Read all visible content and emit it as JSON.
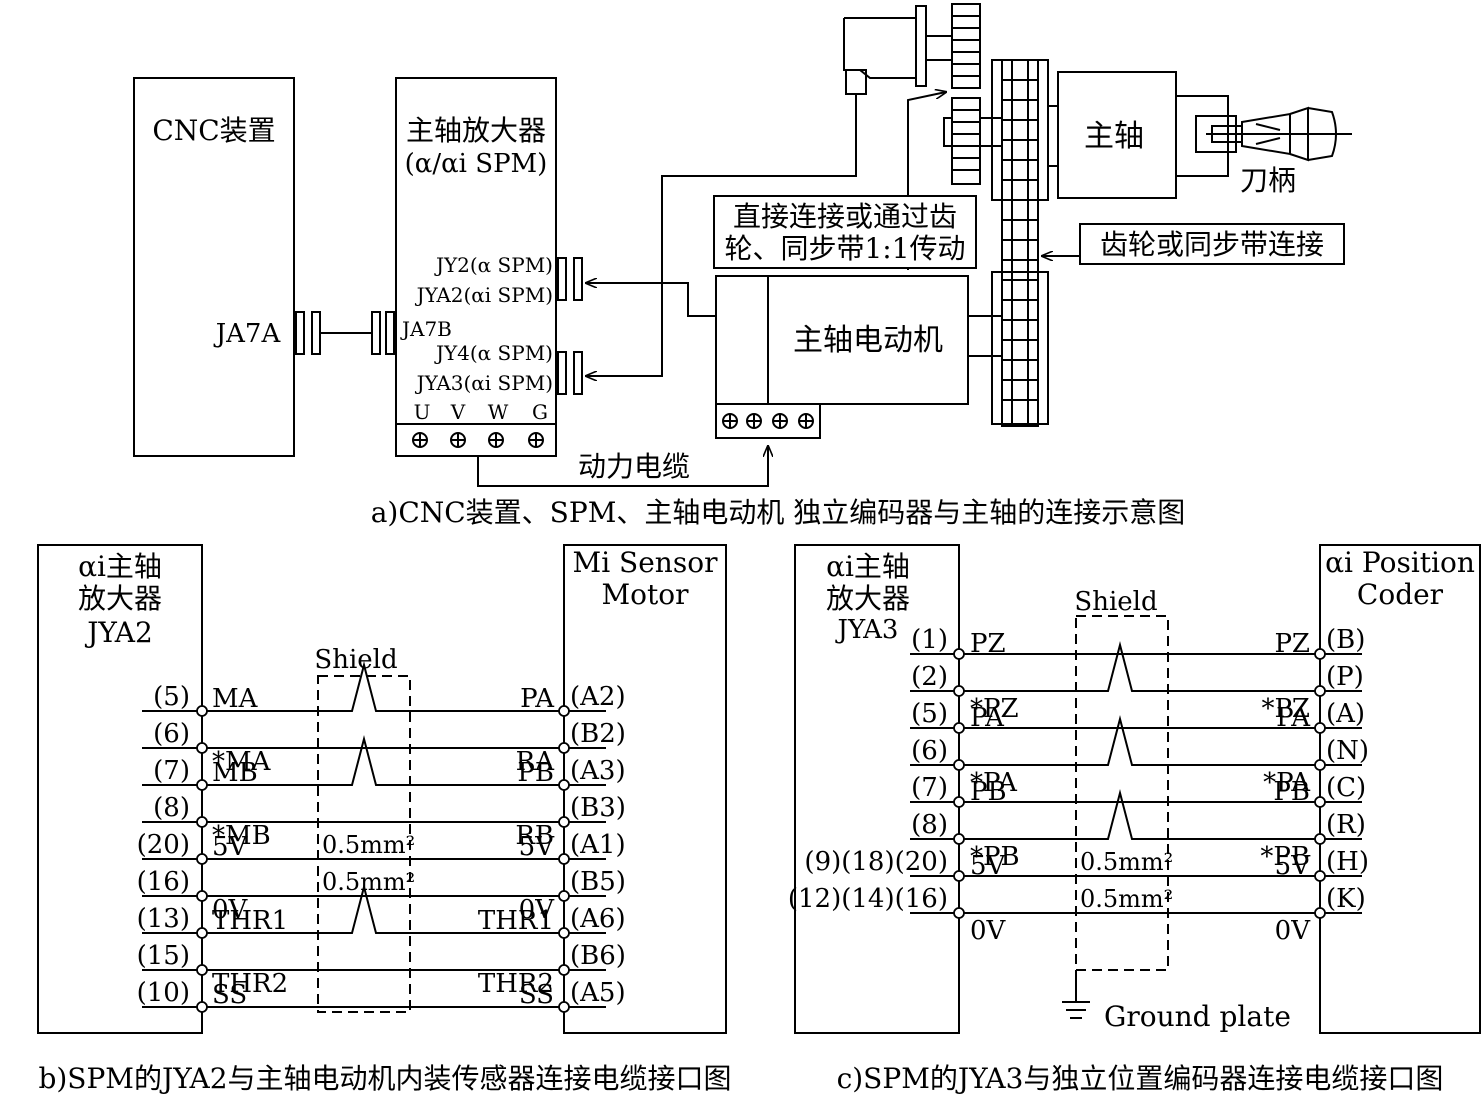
{
  "panel_a": {
    "cnc_label": "CNC装置",
    "ja7a": "JA7A",
    "spm_title1": "主轴放大器",
    "spm_title2": "(α/αi SPM)",
    "jy2": "JY2(α SPM)",
    "jya2": "JYA2(αi SPM)",
    "ja7b": "JA7B",
    "jy4": "JY4(α SPM)",
    "jya3": "JYA3(αi SPM)",
    "terminals": [
      "U",
      "V",
      "W",
      "G"
    ],
    "power_cable": "动力电缆",
    "motor": "主轴电动机",
    "direct_conn1": "直接连接或通过齿",
    "direct_conn2": "轮、同步带1:1传动",
    "gear_belt": "齿轮或同步带连接",
    "spindle": "主轴",
    "tool_holder": "刀柄",
    "caption": "a)CNC装置、SPM、主轴电动机 独立编码器与主轴的连接示意图"
  },
  "panel_b": {
    "left_title": [
      "αi主轴",
      "放大器",
      "JYA2"
    ],
    "right_title": [
      "Mi Sensor",
      "Motor"
    ],
    "shield": "Shield",
    "rows": [
      {
        "lpin": "(5)",
        "lsig": "MA",
        "rsig": "PA",
        "rpin": "(A2)",
        "mid": ""
      },
      {
        "lpin": "(6)",
        "lsig": "*MA",
        "rsig": "RA",
        "rpin": "(B2)",
        "mid": ""
      },
      {
        "lpin": "(7)",
        "lsig": "MB",
        "rsig": "PB",
        "rpin": "(A3)",
        "mid": ""
      },
      {
        "lpin": "(8)",
        "lsig": "*MB",
        "rsig": "RB",
        "rpin": "(B3)",
        "mid": ""
      },
      {
        "lpin": "(20)",
        "lsig": "5V",
        "rsig": "5V",
        "rpin": "(A1)",
        "mid": "0.5mm²"
      },
      {
        "lpin": "(16)",
        "lsig": "0V",
        "rsig": "0V",
        "rpin": "(B5)",
        "mid": "0.5mm²"
      },
      {
        "lpin": "(13)",
        "lsig": "THR1",
        "rsig": "THR1",
        "rpin": "(A6)",
        "mid": ""
      },
      {
        "lpin": "(15)",
        "lsig": "THR2",
        "rsig": "THR2",
        "rpin": "(B6)",
        "mid": ""
      },
      {
        "lpin": "(10)",
        "lsig": "SS",
        "rsig": "SS",
        "rpin": "(A5)",
        "mid": ""
      }
    ],
    "caption": "b)SPM的JYA2与主轴电动机内装传感器连接电缆接口图"
  },
  "panel_c": {
    "left_title": [
      "αi主轴",
      "放大器",
      "JYA3"
    ],
    "right_title": [
      "αi Position",
      "Coder"
    ],
    "shield": "Shield",
    "ground": "Ground plate",
    "rows": [
      {
        "lpin": "(1)",
        "lsig": "PZ",
        "rsig": "PZ",
        "rpin": "(B)",
        "mid": ""
      },
      {
        "lpin": "(2)",
        "lsig": "*PZ",
        "rsig": "*PZ",
        "rpin": "(P)",
        "mid": ""
      },
      {
        "lpin": "(5)",
        "lsig": "PA",
        "rsig": "PA",
        "rpin": "(A)",
        "mid": ""
      },
      {
        "lpin": "(6)",
        "lsig": "*PA",
        "rsig": "*PA",
        "rpin": "(N)",
        "mid": ""
      },
      {
        "lpin": "(7)",
        "lsig": "PB",
        "rsig": "PB",
        "rpin": "(C)",
        "mid": ""
      },
      {
        "lpin": "(8)",
        "lsig": "*PB",
        "rsig": "*PB",
        "rpin": "(R)",
        "mid": ""
      },
      {
        "lpin": "(9)(18)(20)",
        "lsig": "5V",
        "rsig": "5V",
        "rpin": "(H)",
        "mid": "0.5mm²"
      },
      {
        "lpin": "(12)(14)(16)",
        "lsig": "0V",
        "rsig": "0V",
        "rpin": "(K)",
        "mid": "0.5mm²"
      }
    ],
    "caption": "c)SPM的JYA3与独立位置编码器连接电缆接口图"
  }
}
